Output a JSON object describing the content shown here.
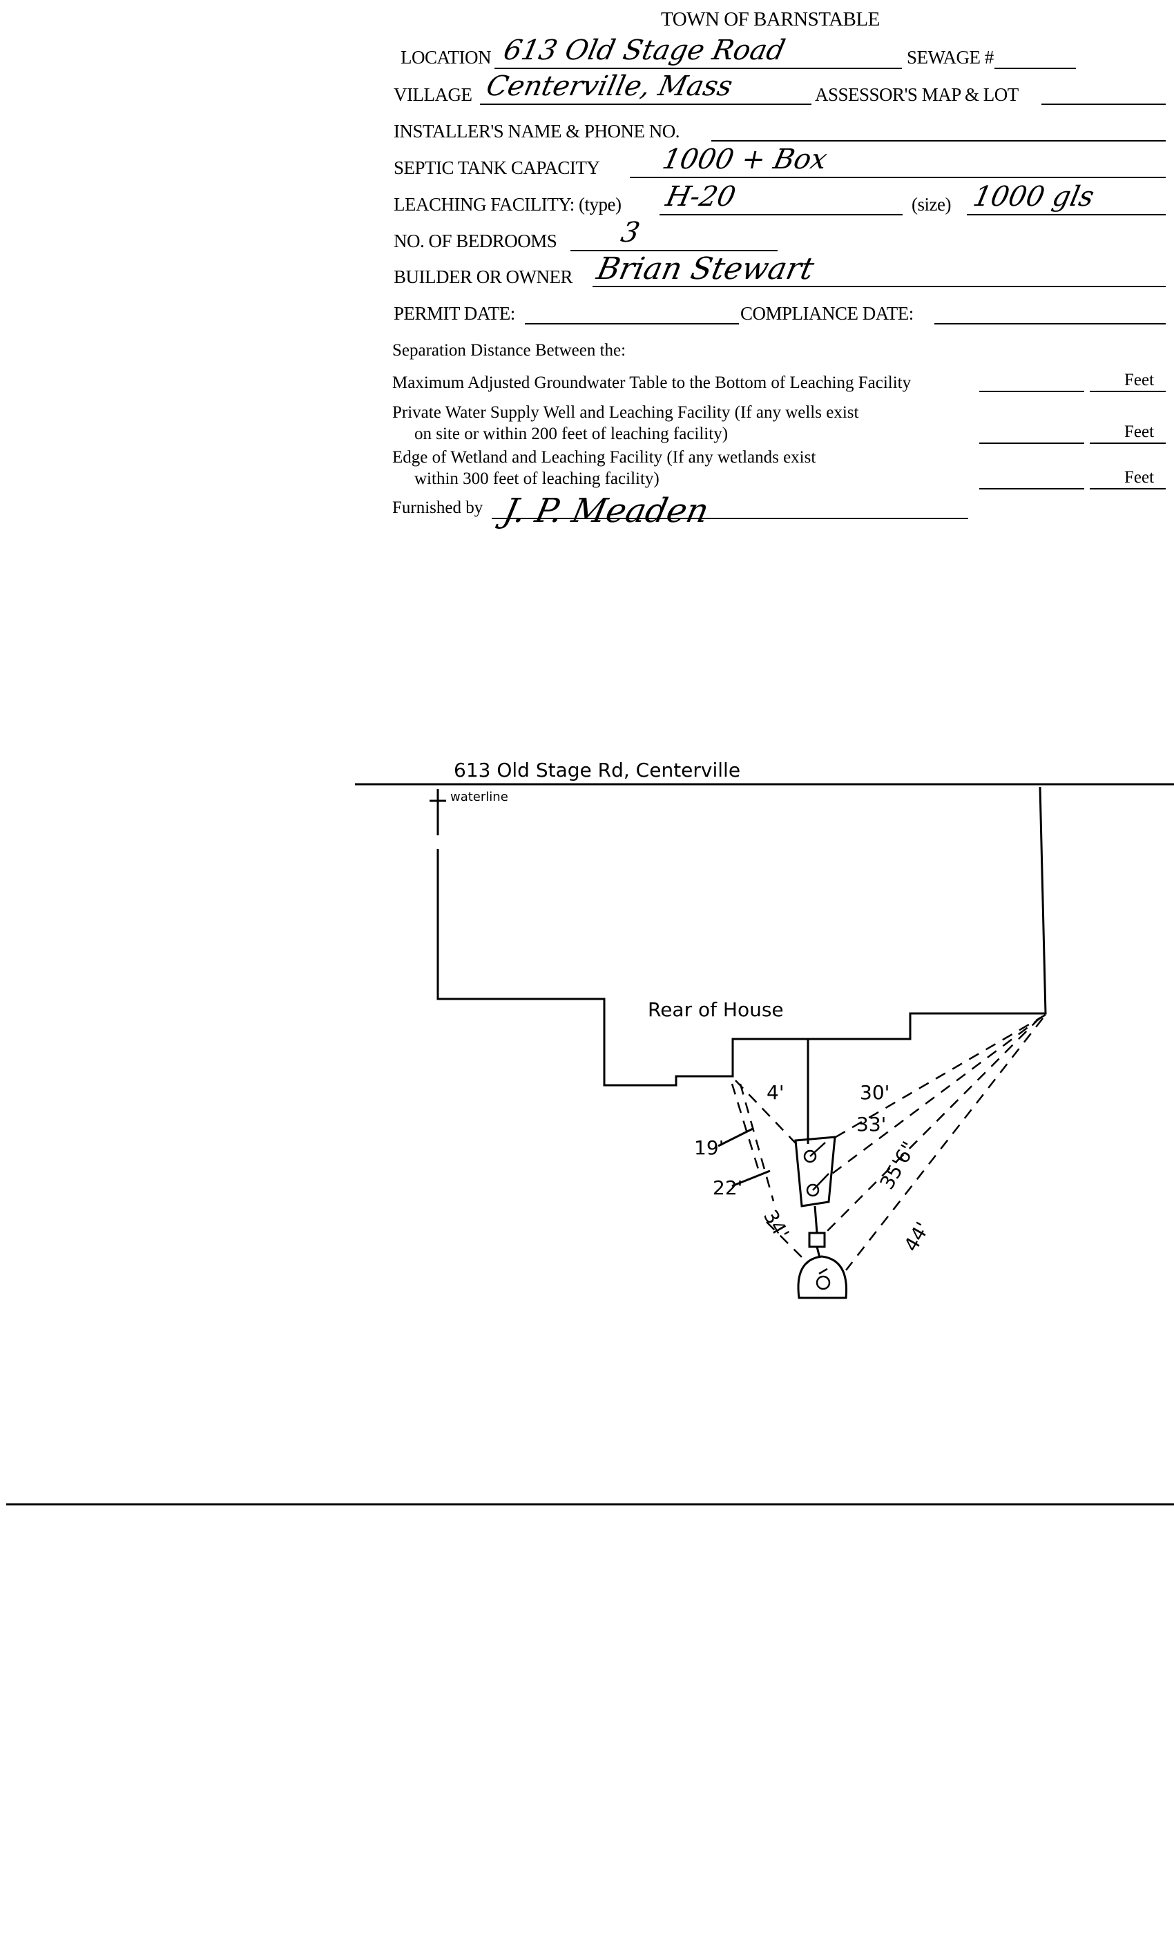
{
  "form": {
    "title": "TOWN OF BARNSTABLE",
    "location_label": "LOCATION",
    "location_value": "613 Old Stage Road",
    "sewage_label": "SEWAGE #",
    "village_label": "VILLAGE",
    "village_value": "Centerville, Mass",
    "assessor_label": "ASSESSOR'S MAP & LOT",
    "installer_label": "INSTALLER'S NAME & PHONE NO.",
    "septic_label": "SEPTIC TANK CAPACITY",
    "septic_value": "1000 + Box",
    "leaching_label": "LEACHING FACILITY: (type)",
    "leaching_type_value": "H-20",
    "size_label": "(size)",
    "size_value": "1000 gls",
    "bedrooms_label": "NO. OF BEDROOMS",
    "bedrooms_value": "3",
    "owner_label": "BUILDER OR OWNER",
    "owner_value": "Brian Stewart",
    "permit_label": "PERMIT DATE:",
    "compliance_label": "COMPLIANCE DATE:",
    "separation_heading": "Separation Distance Between the:",
    "sep1": "Maximum Adjusted Groundwater Table to the Bottom of Leaching Facility",
    "sep2a": "Private Water Supply Well and Leaching Facility  (If any wells exist",
    "sep2b": "on site or within 200 feet of leaching facility)",
    "sep3a": "Edge of Wetland and Leaching Facility (If any wetlands exist",
    "sep3b": "within 300 feet of leaching facility)",
    "feet_unit": "Feet",
    "furnished_label": "Furnished by",
    "signature": "J. P. Meaden"
  },
  "sketch": {
    "street_caption": "613 Old Stage Rd, Centerville",
    "waterline_label": "waterline",
    "rear_label": "Rear of House",
    "dims": {
      "d4": "4'",
      "d30": "30'",
      "d33": "33'",
      "d35": "35'6\"",
      "d19": "19'",
      "d22": "22'",
      "d34": "34'",
      "d44": "44'"
    }
  }
}
